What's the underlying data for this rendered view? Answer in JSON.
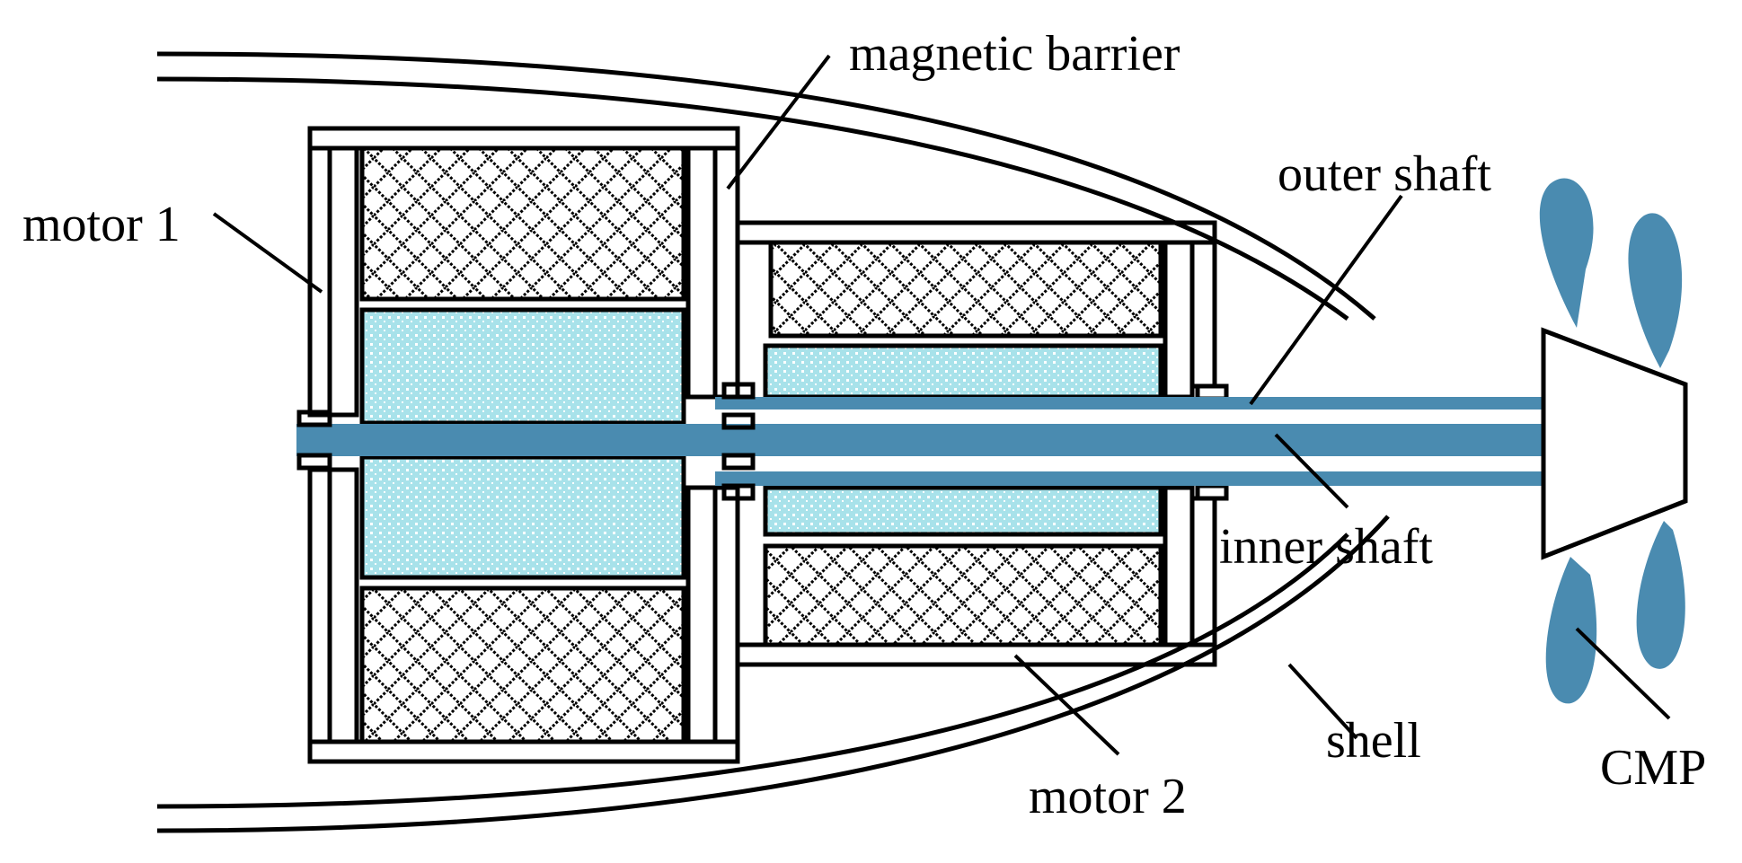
{
  "labels": {
    "motor1": "motor 1",
    "magnetic_barrier": "magnetic barrier",
    "outer_shaft": "outer shaft",
    "inner_shaft": "inner shaft",
    "shell": "shell",
    "motor2": "motor 2",
    "cmp": "CMP"
  },
  "colors": {
    "shaft": "#4A8BB0",
    "magnet_fill": "#A8E2EA",
    "magnet_dots": "#FFFFFF",
    "winding_pattern": "#000000",
    "line": "#000000",
    "background": "#FFFFFF"
  }
}
